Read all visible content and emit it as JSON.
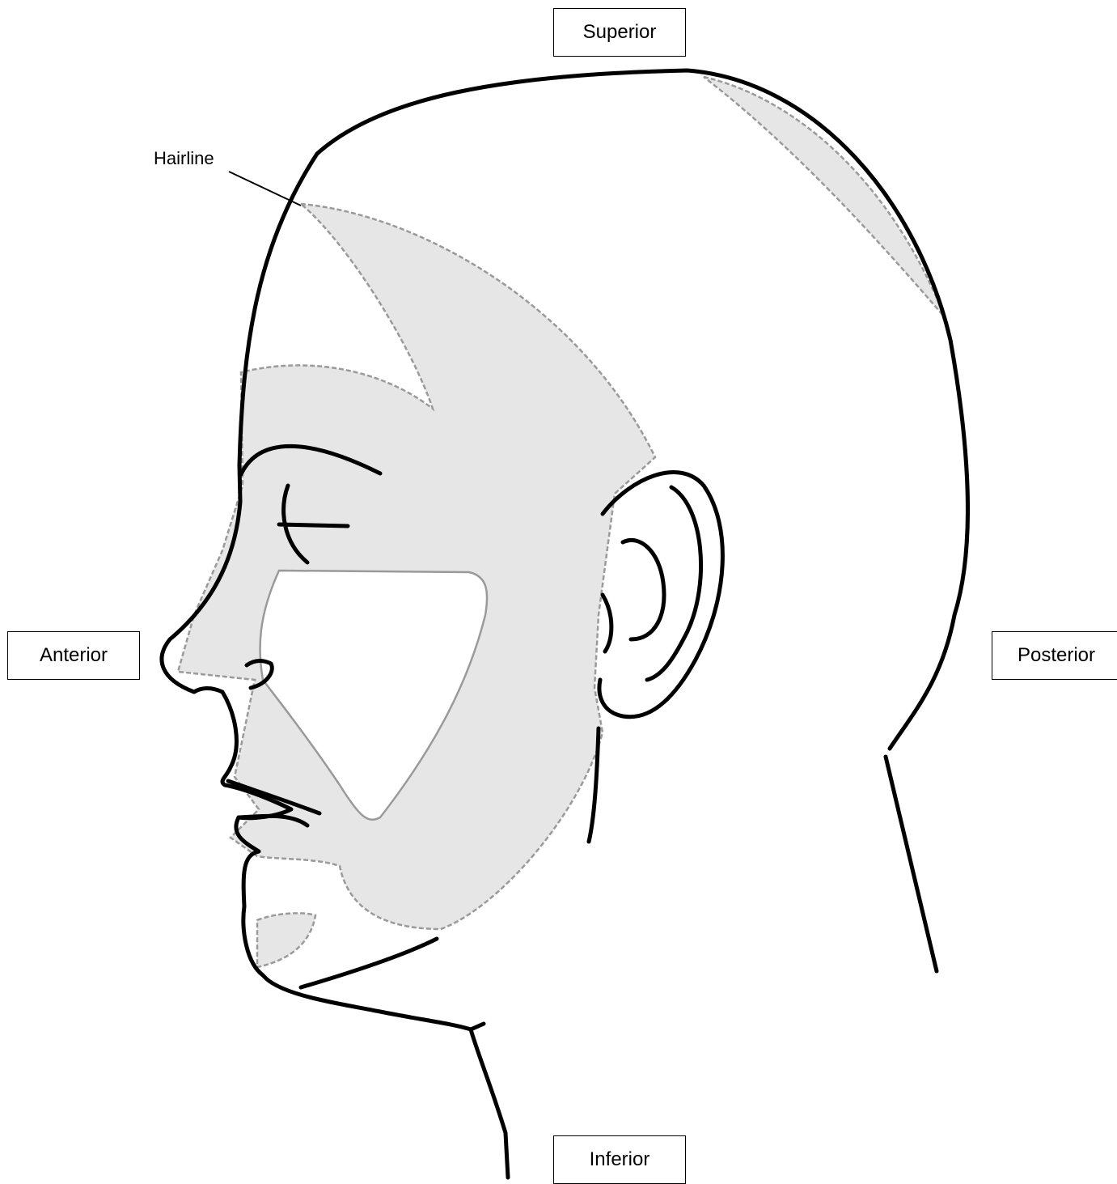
{
  "labels": {
    "superior": "Superior",
    "anterior": "Anterior",
    "posterior": "Posterior",
    "inferior": "Inferior",
    "hairline": "Hairline"
  },
  "colors": {
    "outline": "#000000",
    "shaded_region": "#e6e6e6",
    "dashed_border": "#9a9a9a",
    "background": "#ffffff"
  }
}
